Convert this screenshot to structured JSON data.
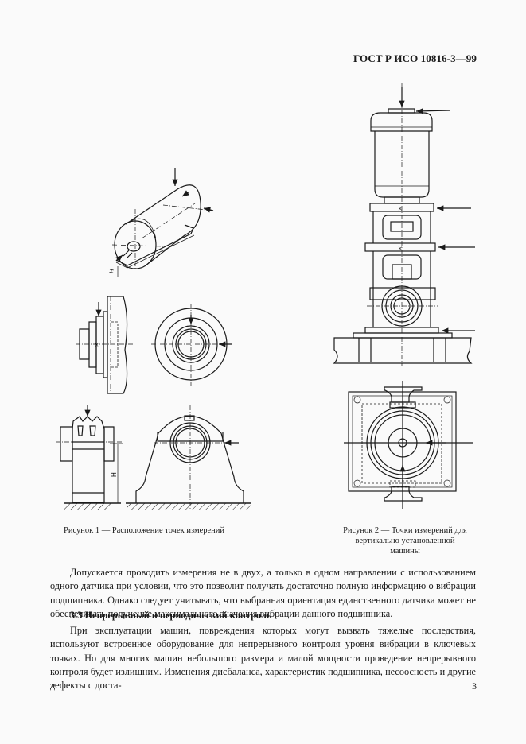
{
  "header": {
    "standard_code": "ГОСТ Р ИСО 10816-3—99"
  },
  "figures": [
    {
      "id": "figure-1",
      "caption": "Рисунок 1 — Расположение точек измерений",
      "labels": {
        "height_symbol": "H"
      }
    },
    {
      "id": "figure-2",
      "caption_lines": [
        "Рисунок 2 — Точки измерений для",
        "вертикально  установленной",
        "машины"
      ]
    }
  ],
  "body": {
    "paragraph_1": "Допускается проводить измерения не в двух, а только в одном направлении с использованием одного датчика при условии, что это позволит получать достаточно полную информацию о вибрации подшипника. Однако следует учитывать, что выбранная ориентация единственного датчика может не обеспечивать получение максимального значения вибрации данного подшипника.",
    "section_title": "3.3 Непрерывный и периодический контроль",
    "paragraph_2": "При эксплуатации машин, повреждения которых могут вызвать тяжелые последствия, используют встроенное оборудование для непрерывного контроля уровня вибрации в ключевых точках. Но для многих машин небольшого размера и малой мощности проведение непрерывного контроля будет излишним. Изменения дисбаланса, характеристик подшипника, несоосность и другие дефекты с доста-"
  },
  "footer": {
    "signature_mark": "2*",
    "page_number": "3"
  }
}
